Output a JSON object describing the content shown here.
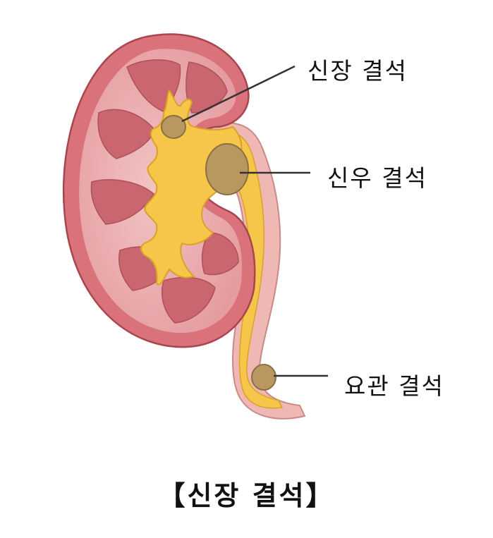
{
  "labels": {
    "kidney_stone": "신장 결석",
    "pelvis_stone": "신우 결석",
    "ureter_stone": "요관 결석"
  },
  "caption": "【신장 결석】",
  "colors": {
    "cortex": "#d9727a",
    "cortex_edge": "#b8545c",
    "medulla": "#e6a4a8",
    "pyramid": "#c96670",
    "pelvis": "#f5c64a",
    "pelvis_edge": "#d9a227",
    "stone": "#b89860",
    "stone_edge": "#8a7040",
    "ureter_wall": "#f0b8b4",
    "leader_line": "#333333"
  },
  "icons": [
    "kidney-illustration",
    "stone-icon"
  ]
}
